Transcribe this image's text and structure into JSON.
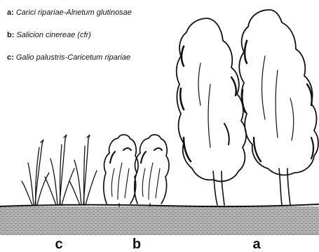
{
  "legend": [
    {
      "key": "a:",
      "text": "Carici ripariae-Alnetum glutinosae"
    },
    {
      "key": "b:",
      "text": "Salicion cinereae (cfr)"
    },
    {
      "key": "c:",
      "text": "Galio palustris-Caricetum ripariae"
    }
  ],
  "zones": {
    "c": "c",
    "b": "b",
    "a": "a"
  },
  "colors": {
    "ink": "#111111",
    "ground": "#b5b5b5",
    "background": "#ffffff"
  }
}
